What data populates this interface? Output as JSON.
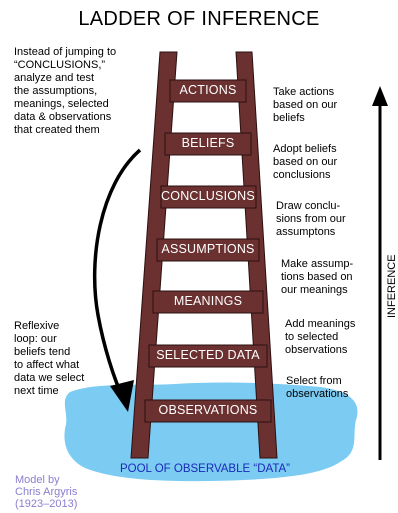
{
  "title": "LADDER OF INFERENCE",
  "left_note_top": [
    "Instead of jumping to",
    "“CONCLUSIONS,”",
    "analyze and test",
    "the assumptions,",
    "meanings, selected",
    "data & observations",
    "that created them"
  ],
  "left_note_bottom": [
    "Reflexive",
    "loop: our",
    "beliefs tend",
    "to affect what",
    "data we select",
    "next time"
  ],
  "rungs": [
    "ACTIONS",
    "BELIEFS",
    "CONCLUSIONS",
    "ASSUMPTIONS",
    "MEANINGS",
    "SELECTED DATA",
    "OBSERVATIONS"
  ],
  "right_notes": [
    [
      "Take actions",
      "based on our",
      "beliefs"
    ],
    [
      "Adopt beliefs",
      "based on our",
      "conclusions"
    ],
    [
      "Draw conclu-",
      "sions from our",
      "assumptons"
    ],
    [
      "Make assump-",
      "tions based on",
      "our meanings"
    ],
    [
      "Add meanings",
      "to selected",
      "observations"
    ],
    [
      "Select from",
      "observations"
    ]
  ],
  "axis_label": "INFERENCE",
  "pool_label": "POOL OF OBSERVABLE “DATA”",
  "credit": [
    "Model by",
    "Chris Argyris",
    "(1923–2013)"
  ],
  "colors": {
    "ladder": "#6b3131",
    "ladder_edge": "#2b1010",
    "pool": "#7ccbf2",
    "pool_text": "#1a2ab8",
    "credit": "#8a7fd0"
  }
}
